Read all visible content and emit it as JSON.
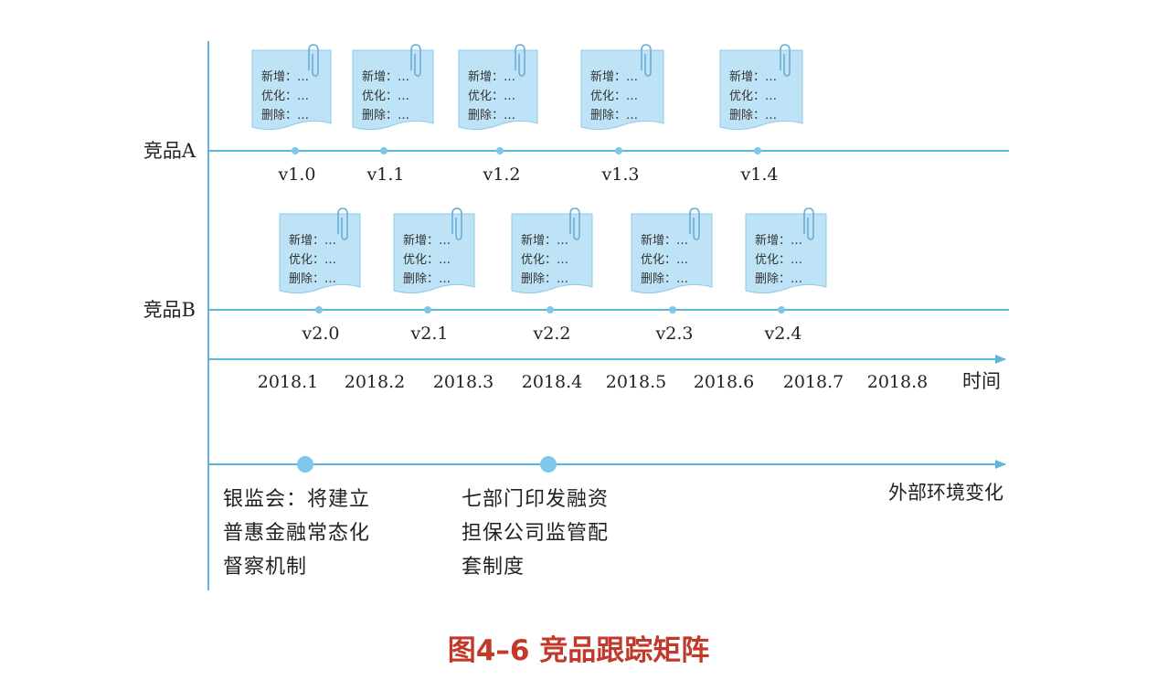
{
  "rows": [
    {
      "label": "竞品A",
      "versions": [
        {
          "label": "v1.0",
          "lines": [
            "新增：…",
            "优化：…",
            "删除：…"
          ]
        },
        {
          "label": "v1.1",
          "lines": [
            "新增：…",
            "优化：…",
            "删除：…"
          ]
        },
        {
          "label": "v1.2",
          "lines": [
            "新增：…",
            "优化：…",
            "删除：…"
          ]
        },
        {
          "label": "v1.3",
          "lines": [
            "新增：…",
            "优化：…",
            "删除：…"
          ]
        },
        {
          "label": "v1.4",
          "lines": [
            "新增：…",
            "优化：…",
            "删除：…"
          ]
        }
      ]
    },
    {
      "label": "竞品B",
      "versions": [
        {
          "label": "v2.0",
          "lines": [
            "新增：…",
            "优化：…",
            "删除：…"
          ]
        },
        {
          "label": "v2.1",
          "lines": [
            "新增：…",
            "优化：…",
            "删除：…"
          ]
        },
        {
          "label": "v2.2",
          "lines": [
            "新增：…",
            "优化：…",
            "删除：…"
          ]
        },
        {
          "label": "v2.3",
          "lines": [
            "新增：…",
            "优化：…",
            "删除：…"
          ]
        },
        {
          "label": "v2.4",
          "lines": [
            "新增：…",
            "优化：…",
            "删除：…"
          ]
        }
      ]
    }
  ],
  "timeline": {
    "dates": [
      "2018.1",
      "2018.2",
      "2018.3",
      "2018.4",
      "2018.5",
      "2018.6",
      "2018.7",
      "2018.8"
    ],
    "axis_label": "时间"
  },
  "environment": {
    "axis_label": "外部环境变化",
    "events": [
      {
        "lines": [
          "银监会：将建立",
          "普惠金融常态化",
          "督察机制"
        ]
      },
      {
        "lines": [
          "七部门印发融资",
          "担保公司监管配",
          "套制度"
        ]
      }
    ]
  },
  "caption": "图4–6  竞品跟踪矩阵",
  "colors": {
    "line": "#5bb8dc",
    "note_fill": "#bfe3f6",
    "note_edge": "#8ccbea",
    "dot": "#7cc7ea",
    "caption": "#c0392b"
  }
}
